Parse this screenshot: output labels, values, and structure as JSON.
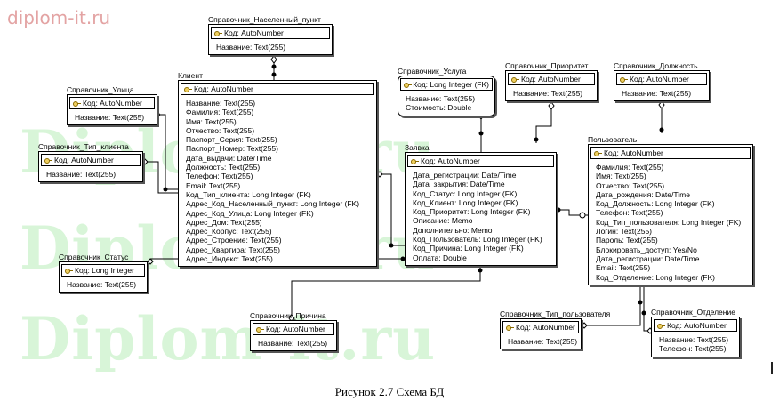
{
  "watermark": {
    "brand": "diplom-it.ru",
    "lines": [
      "Diplom-it.ru",
      "Diplom-it.ru",
      "Diplom-it.ru"
    ]
  },
  "caption": "Рисунок 2.7 Схема БД",
  "entities": {
    "settlement": {
      "title": "Справочник_Населенный_пункт",
      "key": "Код: AutoNumber",
      "fields": [
        "Название: Text(255)"
      ]
    },
    "service": {
      "title": "Справочник_Услуга",
      "key": "Код: Long Integer (FK)",
      "fields": [
        "Название: Text(255)",
        "Стоимость: Double"
      ]
    },
    "priority": {
      "title": "Справочник_Приоритет",
      "key": "Код: AutoNumber",
      "fields": [
        "Название: Text(255)"
      ]
    },
    "position": {
      "title": "Справочник_Должность",
      "key": "Код: AutoNumber",
      "fields": [
        "Название: Text(255)"
      ]
    },
    "street": {
      "title": "Справочник_Улица",
      "key": "Код: AutoNumber",
      "fields": [
        "Название: Text(255)"
      ]
    },
    "client_type": {
      "title": "Справочник_Тип_клиента",
      "key": "Код: AutoNumber",
      "fields": [
        "Название: Text(255)"
      ]
    },
    "client": {
      "title": "Клиент",
      "key": "Код: AutoNumber",
      "fields": [
        "Название: Text(255)",
        "Фамилия: Text(255)",
        "Имя: Text(255)",
        "Отчество: Text(255)",
        "Паспорт_Серия: Text(255)",
        "Паспорт_Номер: Text(255)",
        "Дата_выдачи: Date/Time",
        "Должность: Text(255)",
        "Телефон: Text(255)",
        "Email: Text(255)",
        "Код_Тип_клиента: Long Integer (FK)",
        "Адрес_Код_Населенный_пункт: Long Integer (FK)",
        "Адрес_Код_Улица: Long Integer (FK)",
        "Адрес_Дом: Text(255)",
        "Адрес_Корпус: Text(255)",
        "Адрес_Строение: Text(255)",
        "Адрес_Квартира: Text(255)",
        "Адрес_Индекс: Text(255)"
      ]
    },
    "request": {
      "title": "Заявка",
      "key": "Код: AutoNumber",
      "fields": [
        "Дата_регистрации: Date/Time",
        "Дата_закрытия: Date/Time",
        "Код_Статус: Long Integer (FK)",
        "Код_Клиент: Long Integer (FK)",
        "Код_Приоритет: Long Integer (FK)",
        "Описание: Memo",
        "Дополнительно: Memo",
        "Код_Пользователь: Long Integer (FK)",
        "Код_Причина: Long Integer (FK)",
        "Оплата: Double"
      ]
    },
    "user": {
      "title": "Пользователь",
      "key": "Код: AutoNumber",
      "fields": [
        "Фамилия: Text(255)",
        "Имя: Text(255)",
        "Отчество: Text(255)",
        "Дата_рождения: Date/Time",
        "Код_Должность: Long Integer (FK)",
        "Телефон: Text(255)",
        "Код_Тип_пользователя: Long Integer (FK)",
        "Логин: Text(255)",
        "Пароль: Text(255)",
        "Блокировать_доступ: Yes/No",
        "Дата_регистрации: Date/Time",
        "Email: Text(255)",
        "Код_Отделение: Long Integer (FK)"
      ]
    },
    "status": {
      "title": "Справочник_Статус",
      "key": "Код: Long Integer",
      "fields": [
        "Название: Text(255)"
      ]
    },
    "reason": {
      "title": "Справочник_Причина",
      "key": "Код: AutoNumber",
      "fields": [
        "Название: Text(255)"
      ]
    },
    "user_type": {
      "title": "Справочник_Тип_пользователя",
      "key": "Код: AutoNumber",
      "fields": [
        "Название: Text(255)"
      ]
    },
    "department": {
      "title": "Справочник_Отделение",
      "key": "Код: AutoNumber",
      "fields": [
        "Название: Text(255)",
        "Телефон: Text(255)"
      ]
    }
  }
}
